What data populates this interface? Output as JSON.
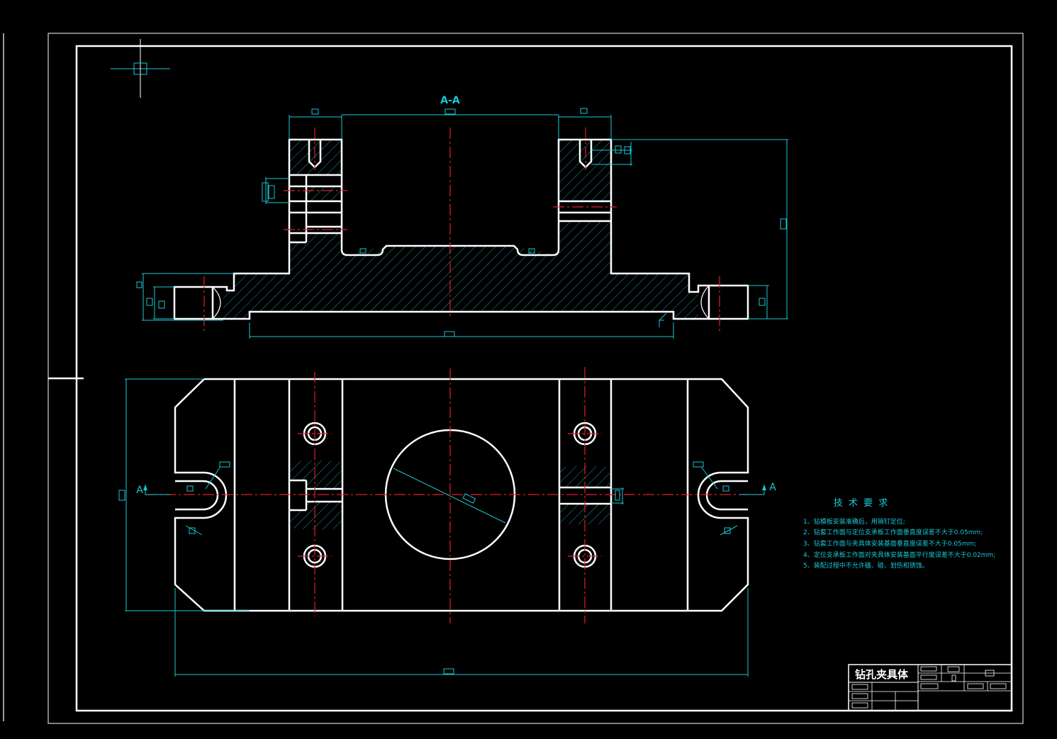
{
  "section_label": "A-A",
  "section_marker": "A",
  "technical_requirements": {
    "heading": "技 术 要 求",
    "items": [
      "1、钻模板安装准确后，用销钉定位;",
      "2、钻套工作面与定位支承板工作面垂直度误差不大于0.05mm;",
      "3、钻套工作面与夹具体安装基面垂直度误差不大于0.05mm;",
      "4、定位支承板工作面对夹具体安装基面平行度误差不大于0.02mm;",
      "5、装配过程中不允许磕、碰、划伤和锈蚀。"
    ]
  },
  "title_block": {
    "part_name": "钻孔夹具体"
  },
  "colors": {
    "outline": "#ffffff",
    "dimension": "#19c7d4",
    "centerline": "#e0202a",
    "background": "#000000"
  }
}
